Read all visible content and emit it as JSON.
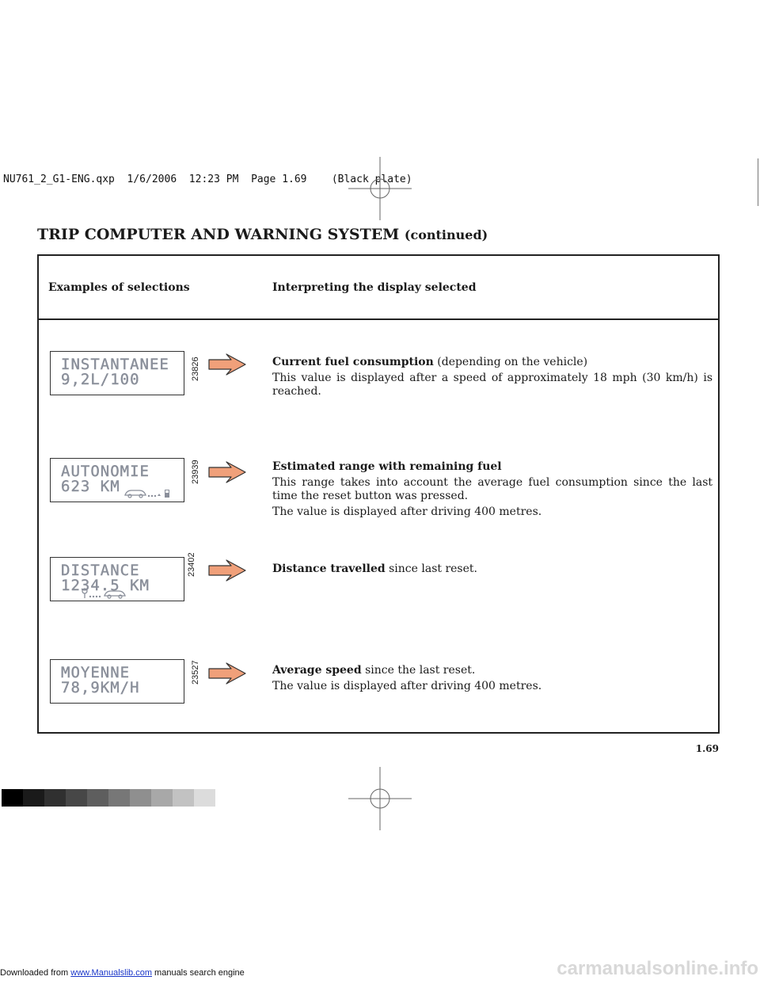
{
  "printer_line": "NU761_2_G1-ENG.qxp  1/6/2006  12:23 PM  Page 1.69    (Black plate)",
  "title": {
    "main": "TRIP COMPUTER AND WARNING SYSTEM",
    "suffix": "(continued)"
  },
  "table_header": {
    "left": "Examples of selections",
    "right": "Interpreting the display selected"
  },
  "rows": [
    {
      "lcd_line1": "INSTANTANEE",
      "lcd_line2": "9,2L/100",
      "code": "23826",
      "lead": "Current fuel consumption",
      "lead_rest": "(depending on the vehicle)",
      "paragraphs": [
        "This value is displayed after a speed of approximately 18 mph (30 km/h) is reached."
      ]
    },
    {
      "lcd_line1": "AUTONOMIE",
      "lcd_line2": "623 KM",
      "code": "23939",
      "lead": "Estimated range with remaining fuel",
      "lead_rest": "",
      "paragraphs": [
        "This range takes into account the average fuel consumption since the last time the reset button was pressed.",
        "The value is displayed after driving 400 metres."
      ]
    },
    {
      "lcd_line1": "DISTANCE",
      "lcd_line2": "1234.5 KM",
      "code": "23402",
      "lead": "Distance travelled",
      "lead_rest": "since last reset.",
      "paragraphs": []
    },
    {
      "lcd_line1": "MOYENNE",
      "lcd_line2": "78,9KM/H",
      "code": "23527",
      "lead": "Average speed",
      "lead_rest": "since the last reset.",
      "paragraphs": [
        "The value is displayed after driving 400 metres."
      ]
    }
  ],
  "page_number": "1.69",
  "footer": {
    "prefix": "Downloaded from",
    "link": "www.Manualslib.com",
    "suffix": "manuals search engine",
    "right": "carmanualsonline.info"
  },
  "colors": {
    "lcd_text": "#8a8f9a",
    "arrow_fill": "#f0a07a",
    "frame": "#222222"
  }
}
